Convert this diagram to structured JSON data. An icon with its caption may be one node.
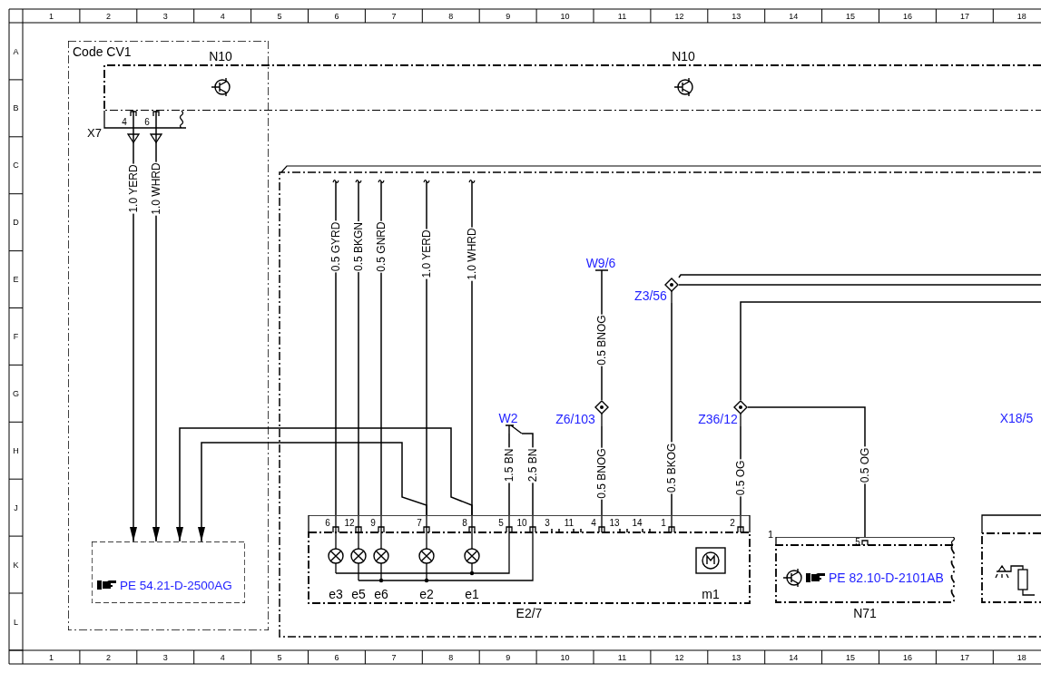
{
  "diagram": {
    "nodes": [
      {
        "text": [
          "Code CV1"
        ]
      },
      {
        "text": [
          "N10",
          "N10"
        ]
      },
      {
        "text": [
          "PE 54.21-D-2500AG"
        ],
        "in": 0
      },
      {
        "text": [],
        "shape": "box"
      },
      {
        "text": [
          "E2/7"
        ],
        "in": 3
      },
      {
        "text": [
          "W9/6"
        ],
        "in": 3
      },
      {
        "text": [
          "Z6/103"
        ],
        "in": 3
      },
      {
        "text": [
          "Z3/56"
        ],
        "in": 3
      },
      {
        "text": [
          "W2"
        ],
        "in": 3
      },
      {
        "text": [
          "Z36/12"
        ],
        "in": 3
      },
      {
        "text": [
          "PE 82.10-D-2101AB",
          "N71"
        ],
        "in": 3
      },
      {
        "text": [],
        "shape": "box",
        "in": 3
      }
    ],
    "edges": [
      {
        "from": 1,
        "to": 2,
        "arrow": "to",
        "label": "1.0 YERD"
      },
      {
        "from": 1,
        "to": 2,
        "arrow": "to",
        "label": "1.0 WHRD"
      },
      {
        "from": 4,
        "to": 2,
        "arrow": "to"
      },
      {
        "from": 4,
        "to": 2,
        "arrow": "to"
      },
      {
        "from": null,
        "to": 4,
        "arrow": "none",
        "label": "0.5 GYRD"
      },
      {
        "from": null,
        "to": 4,
        "arrow": "none",
        "label": "0.5 BKGN"
      },
      {
        "from": null,
        "to": 4,
        "arrow": "none",
        "label": "0.5 GNRD"
      },
      {
        "from": null,
        "to": 4,
        "arrow": "none",
        "label": "1.0 YERD"
      },
      {
        "from": null,
        "to": 4,
        "arrow": "none",
        "label": "1.0 WHRD"
      },
      {
        "from": 4,
        "to": 8,
        "arrow": "none",
        "label": "1.5 BN"
      },
      {
        "from": 4,
        "to": 8,
        "arrow": "none",
        "label": "2.5 BN"
      },
      {
        "from": 5,
        "to": 6,
        "arrow": "none",
        "label": "0.5 BNOG"
      },
      {
        "from": 6,
        "to": 4,
        "arrow": "none",
        "label": "0.5 BNOG"
      },
      {
        "from": 7,
        "to": 4,
        "arrow": "none",
        "label": "0.5 BKOG"
      },
      {
        "from": 7,
        "to": null,
        "arrow": "none"
      },
      {
        "from": 7,
        "to": null,
        "arrow": "none"
      },
      {
        "from": 9,
        "to": 4,
        "arrow": "none",
        "label": "0.5 OG"
      },
      {
        "from": 9,
        "to": 10,
        "arrow": "none",
        "label": "0.5 OG"
      },
      {
        "from": 9,
        "to": null,
        "arrow": "none"
      }
    ],
    "labels": [
      "1",
      "2",
      "3",
      "4",
      "5",
      "6",
      "7",
      "8",
      "9",
      "10",
      "11",
      "12",
      "13",
      "14",
      "15",
      "16",
      "17",
      "18",
      "A",
      "B",
      "C",
      "D",
      "E",
      "F",
      "G",
      "H",
      "J",
      "K",
      "L",
      "1",
      "2",
      "3",
      "4",
      "5",
      "6",
      "7",
      "8",
      "9",
      "10",
      "11",
      "12",
      "13",
      "14",
      "15",
      "16",
      "17",
      "18",
      "X7",
      "4",
      "6",
      "6",
      "12",
      "9",
      "7",
      "8",
      "5",
      "10",
      "3",
      "11",
      "4",
      "13",
      "14",
      "1",
      "2",
      "e3",
      "e5",
      "e6",
      "e2",
      "e1",
      "m1",
      "1",
      "5",
      "X18/5"
    ]
  }
}
